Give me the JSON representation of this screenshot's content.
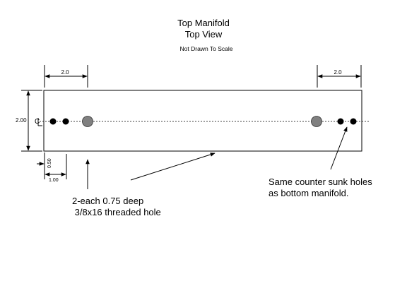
{
  "title": {
    "line1": "Top Manifold",
    "line2": "Top View",
    "note": "Not Drawn To Scale"
  },
  "dimensions": {
    "left_span": "2.0",
    "right_span": "2.0",
    "height": "2.00",
    "centerline_mark": "CL",
    "small_vertical": "0.50",
    "small_horizontal": "1.00"
  },
  "callouts": {
    "threaded_line1": "2-each 0.75 deep",
    "threaded_line2": " 3/8x16 threaded hole",
    "countersunk_line1": "Same counter sunk holes",
    "countersunk_line2": "as bottom manifold."
  },
  "colors": {
    "threaded_hole_fill": "#808080",
    "countersunk_hole_fill": "#000000",
    "line": "#000000"
  }
}
